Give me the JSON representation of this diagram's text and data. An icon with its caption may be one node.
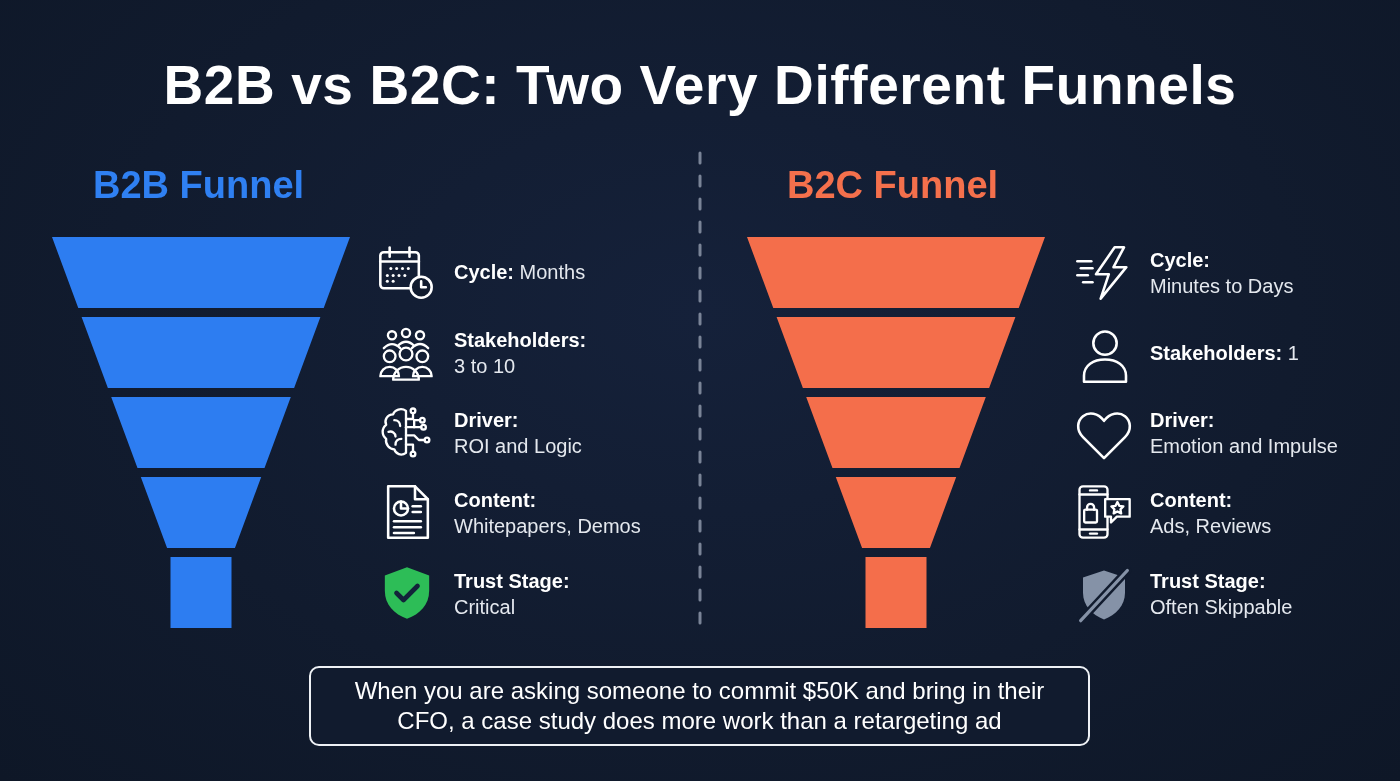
{
  "diagram": {
    "title": "B2B vs B2C: Two Very Different Funnels",
    "nodes": [
      {
        "text": [
          "When you are asking someone to commit $50K and bring in their CFO, a case study does more work than a retargeting ad"
        ]
      }
    ],
    "labels": [
      "B2B Funnel",
      "**Cycle:** Months",
      "**Stakeholders:** 3 to 10",
      "**Driver:** ROI and Logic",
      "**Content:** Whitepapers, Demos",
      "**Trust Stage:** Critical",
      "B2C Funnel",
      "**Cycle:** Minutes to Days",
      "**Stakeholders:** 1",
      "**Driver:** Emotion and Impulse",
      "**Content:** Ads, Reviews",
      "**Trust Stage:** Often Skippable"
    ]
  }
}
